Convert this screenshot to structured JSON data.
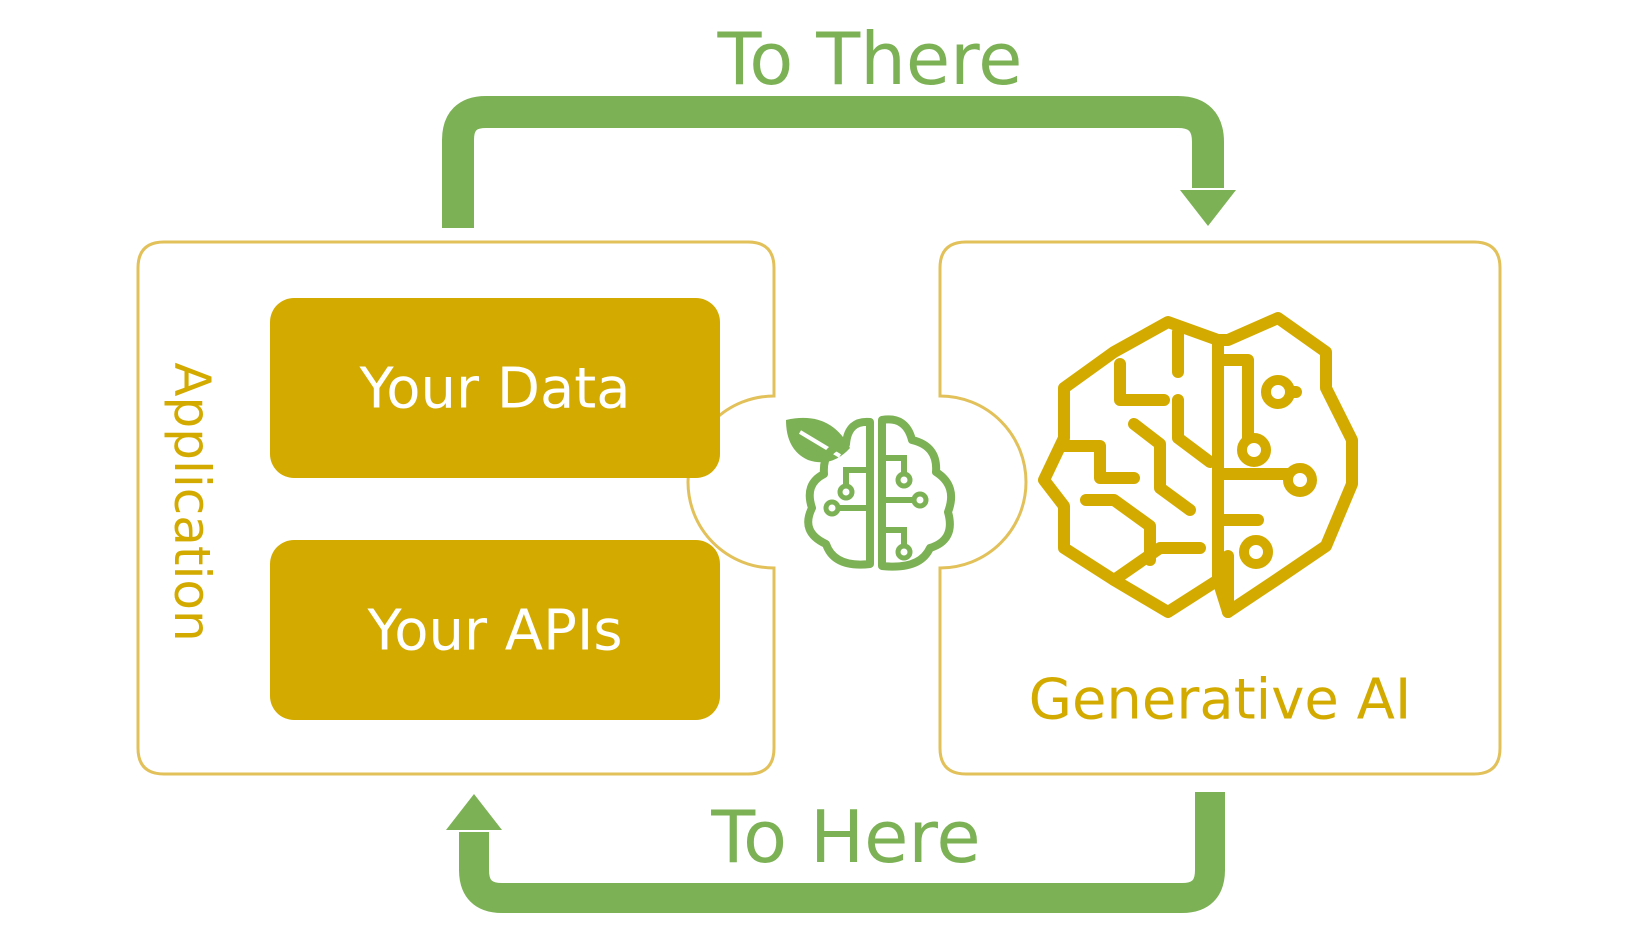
{
  "colors": {
    "green": "#7cb155",
    "gold": "#d3ab00",
    "box_border": "#e2c15a",
    "background": "#ffffff"
  },
  "top_arrow": {
    "label": "To There"
  },
  "bottom_arrow": {
    "label": "To Here"
  },
  "application_panel": {
    "label": "Application",
    "items": [
      {
        "label": "Your Data"
      },
      {
        "label": "Your APIs"
      }
    ]
  },
  "genai_panel": {
    "label": "Generative AI",
    "icon": "ai-brain-circuit-icon"
  },
  "connector": {
    "icon": "eco-brain-icon"
  }
}
